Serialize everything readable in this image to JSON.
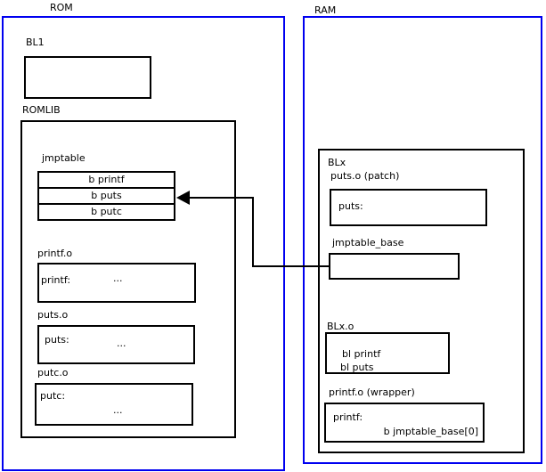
{
  "diagram": {
    "colors": {
      "frame_blue": "#0000f0",
      "line_black": "#000000"
    },
    "rom": {
      "title": "ROM",
      "bl1_label": "BL1",
      "romlib_label": "ROMLIB",
      "jmptable_label": "jmptable",
      "jmptable_rows": [
        "b printf",
        "b puts",
        "b putc"
      ],
      "printf_o": {
        "label": "printf.o",
        "symbol": "printf:",
        "dots": "..."
      },
      "puts_o": {
        "label": "puts.o",
        "symbol": "puts:",
        "dots": "..."
      },
      "putc_o": {
        "label": "putc.o",
        "symbol": "putc:",
        "dots": "..."
      }
    },
    "ram": {
      "title": "RAM",
      "blx_label": "BLx",
      "puts_patch": {
        "label": "puts.o (patch)",
        "symbol": "puts:"
      },
      "jmptable_base_label": "jmptable_base",
      "blx_o": {
        "label": "BLx.o",
        "line1": "bl printf",
        "line2": "bl puts"
      },
      "printf_wrapper": {
        "label": "printf.o (wrapper)",
        "symbol": "printf:",
        "branch": "b jmptable_base[0]"
      }
    }
  }
}
